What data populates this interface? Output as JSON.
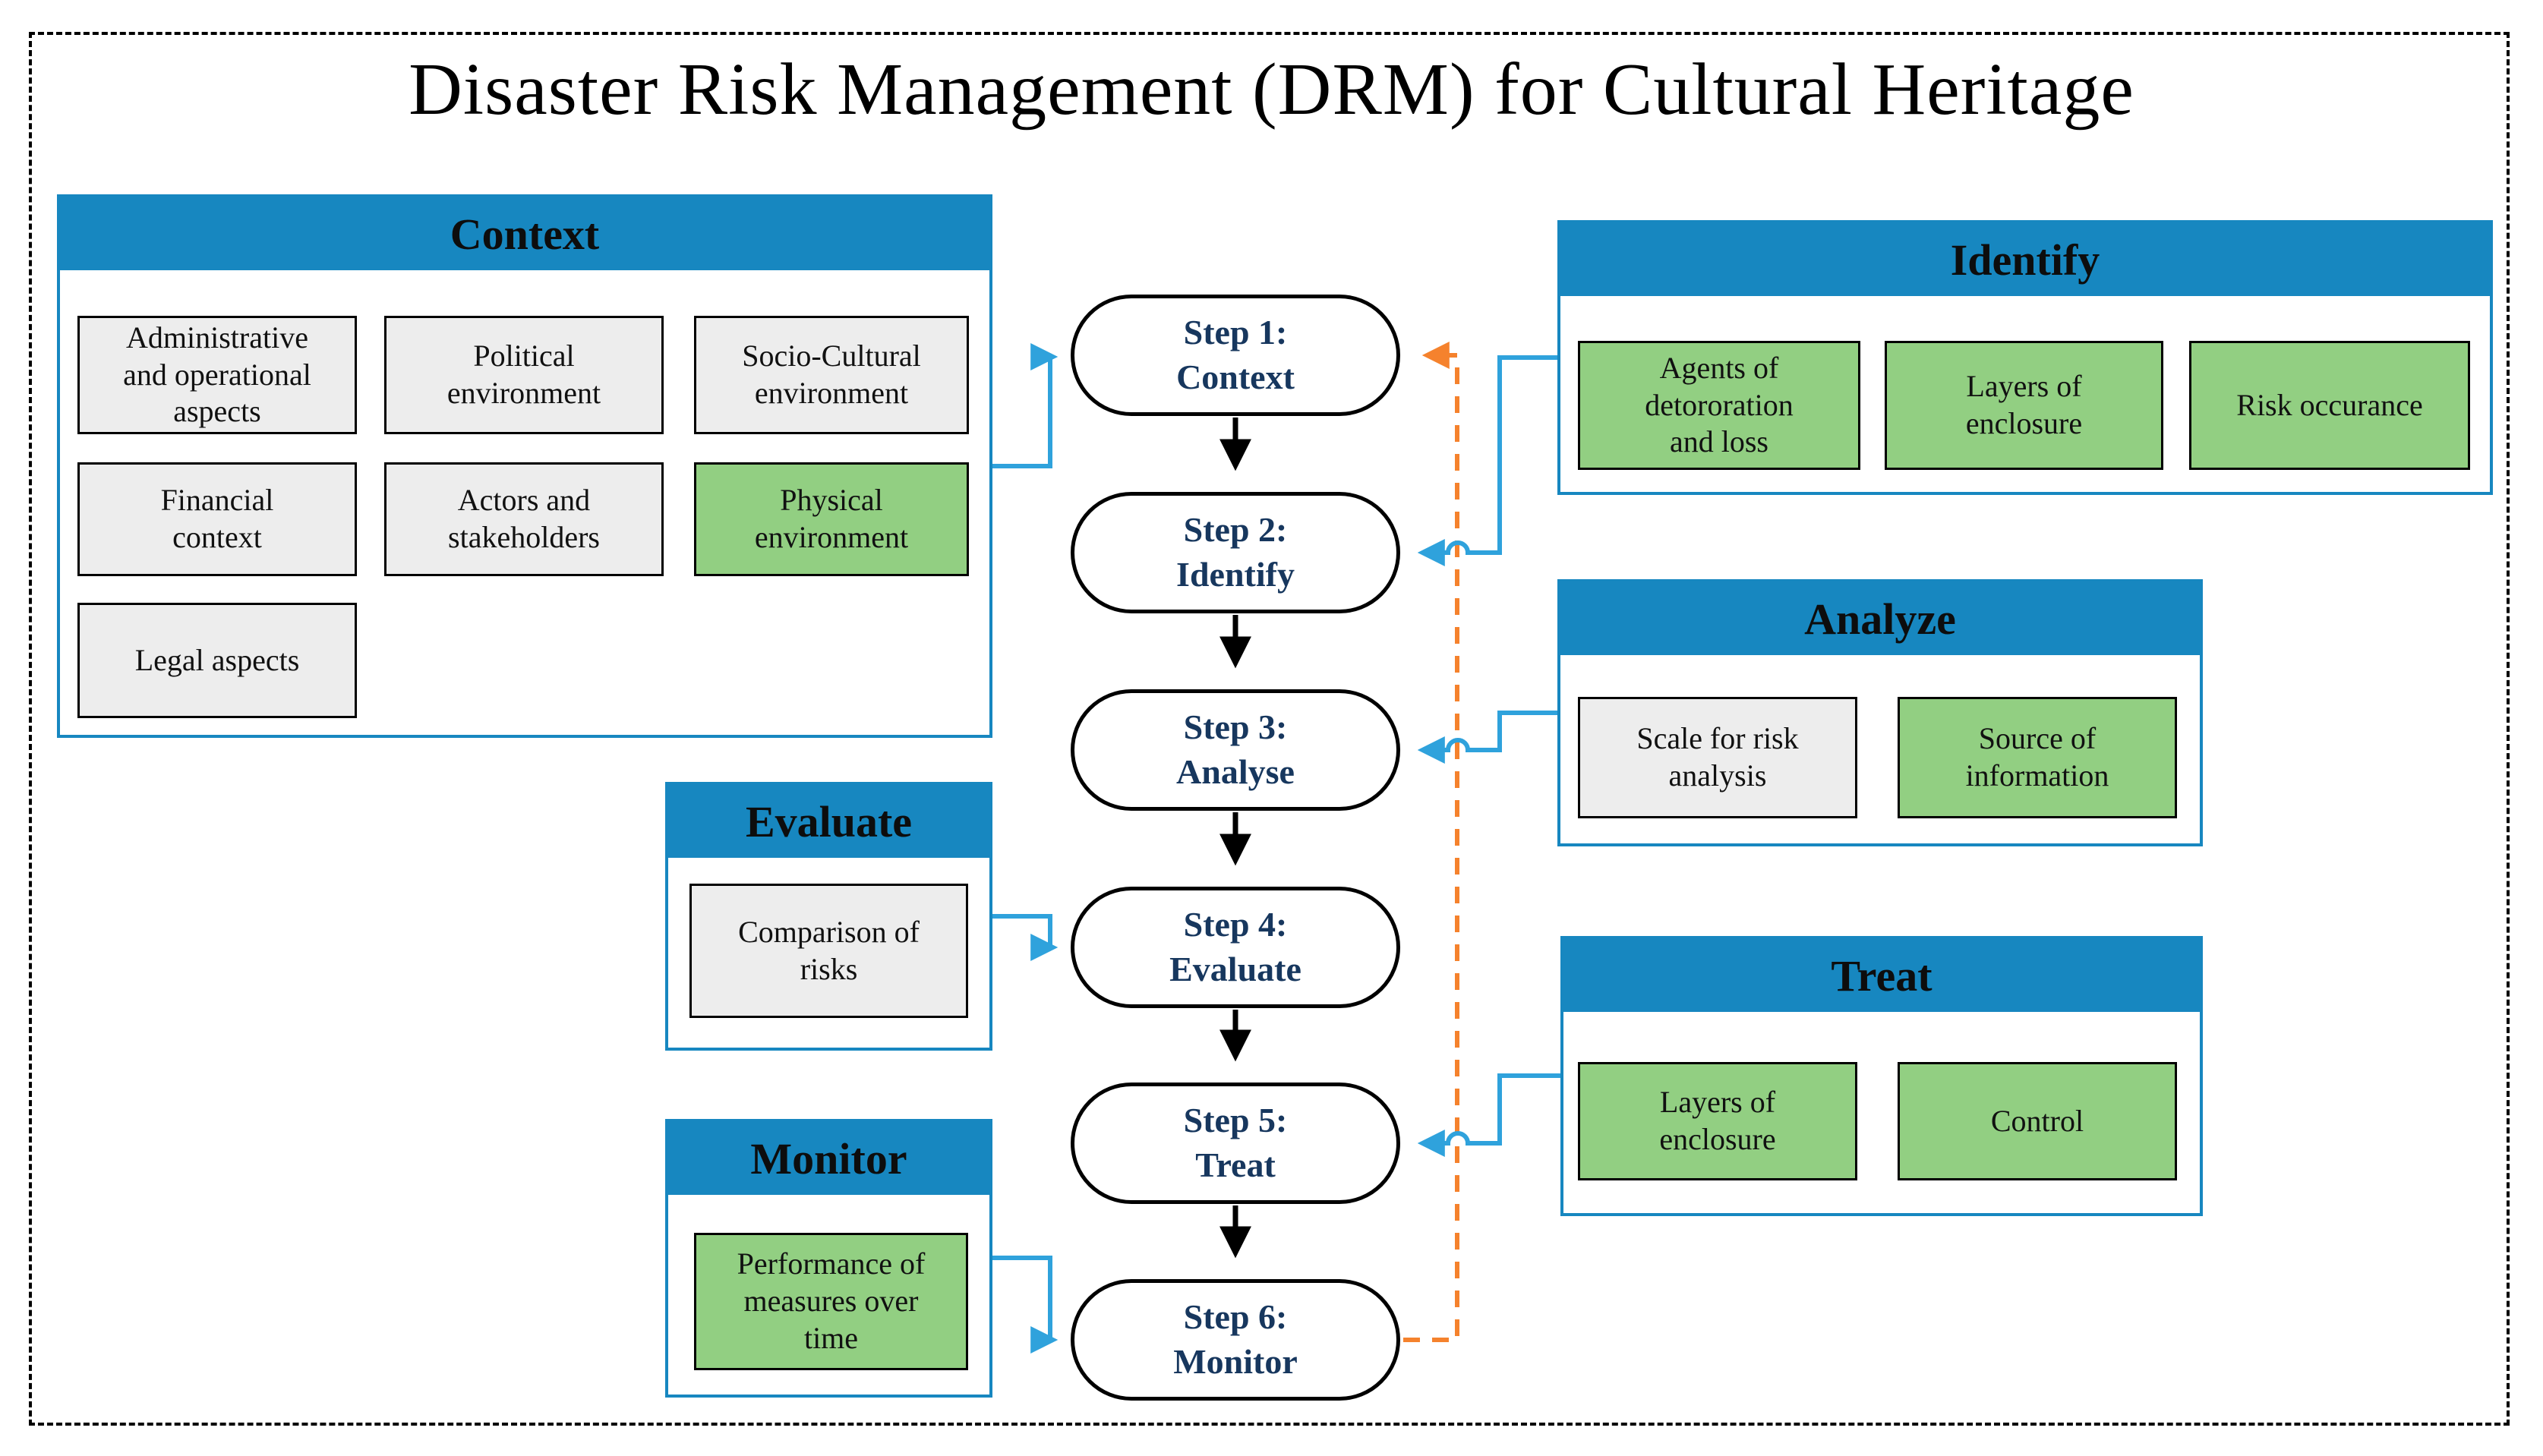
{
  "title": "Disaster Risk Management (DRM) for Cultural Heritage",
  "colors": {
    "panel_header_blue": "#1787C0",
    "panel_border_blue": "#1787C0",
    "connector_blue": "#2FA2DC",
    "feedback_orange": "#F5822D",
    "item_green": "#92CF82",
    "item_gray": "#EDEDED",
    "step_text_navy": "#17375E",
    "flow_arrow_black": "#000000"
  },
  "sections": {
    "context": {
      "header": "Context",
      "items": [
        "Administrative\nand operational\naspects",
        "Political\nenvironment",
        "Socio-Cultural\nenvironment",
        "Financial\ncontext",
        "Actors and\nstakeholders",
        "Physical\nenvironment",
        "Legal aspects"
      ]
    },
    "identify": {
      "header": "Identify",
      "items": [
        "Agents of\ndetororation\nand loss",
        "Layers of\nenclosure",
        "Risk occurance"
      ]
    },
    "analyze": {
      "header": "Analyze",
      "items": [
        "Scale for risk\nanalysis",
        "Source of\ninformation"
      ]
    },
    "treat": {
      "header": "Treat",
      "items": [
        "Layers of\nenclosure",
        "Control"
      ]
    },
    "evaluate": {
      "header": "Evaluate",
      "items": [
        "Comparison of\nrisks"
      ]
    },
    "monitor": {
      "header": "Monitor",
      "items": [
        "Performance of\nmeasures over\ntime"
      ]
    }
  },
  "steps": [
    "Step 1:\nContext",
    "Step 2:\nIdentify",
    "Step 3:\nAnalyse",
    "Step 4:\nEvaluate",
    "Step 5:\nTreat",
    "Step 6:\nMonitor"
  ]
}
